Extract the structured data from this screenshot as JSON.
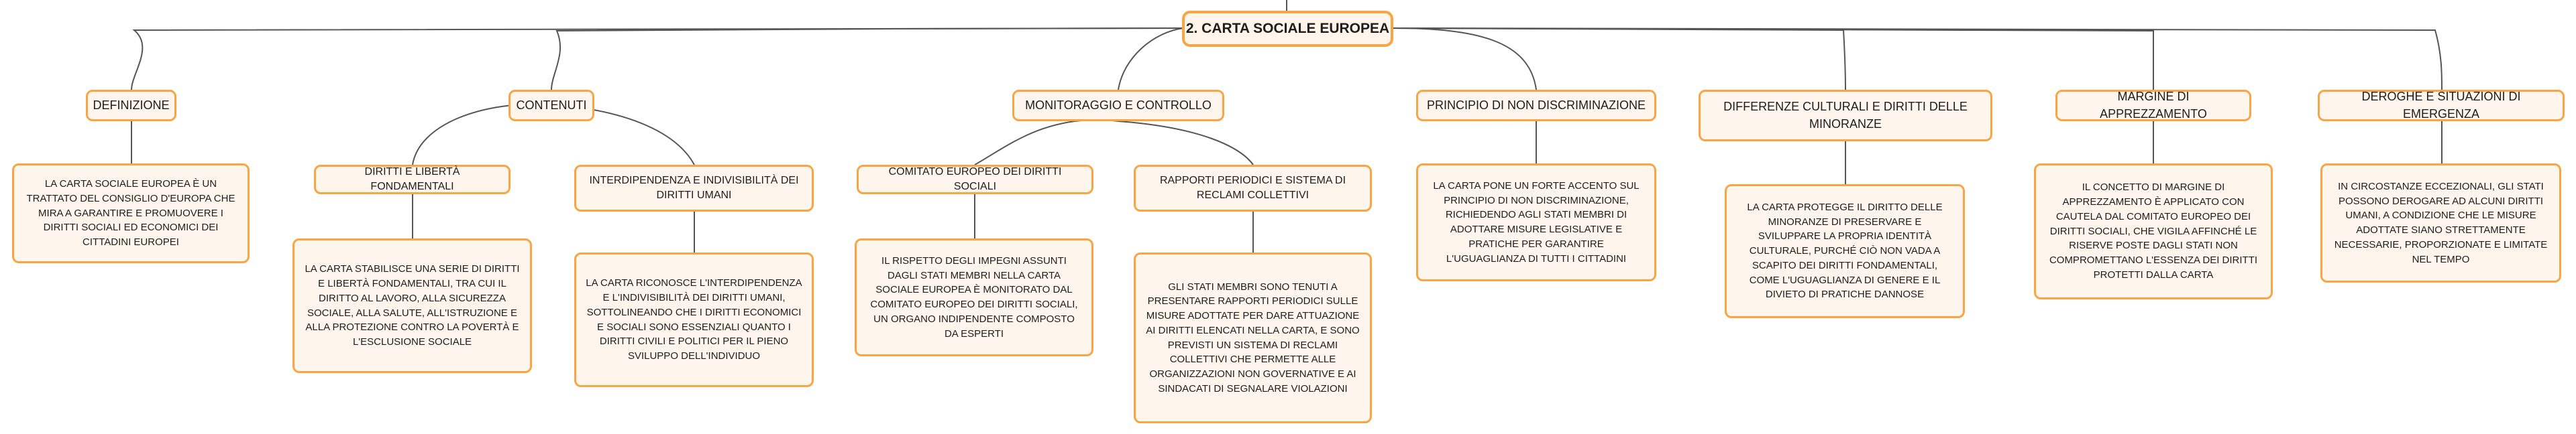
{
  "root": {
    "label": "2. Carta sociale europea"
  },
  "categories": [
    {
      "label": "Definizione"
    },
    {
      "label": "Contenuti"
    },
    {
      "label": "Monitoraggio e controllo"
    },
    {
      "label": "Principio di non discriminazione"
    },
    {
      "label": "Differenze culturali e diritti delle minoranze"
    },
    {
      "label": "Margine di apprezzamento"
    },
    {
      "label": "Deroghe e situazioni di emergenza"
    }
  ],
  "subtopics": [
    {
      "label": "Diritti e libertà fondamentali"
    },
    {
      "label": "Interdipendenza e indivisibilità dei diritti umani"
    },
    {
      "label": "Comitato europeo dei diritti sociali"
    },
    {
      "label": "Rapporti periodici e sistema di reclami collettivi"
    }
  ],
  "details": [
    {
      "text": "La Carta Sociale Europea è un trattato del Consiglio d'Europa che mira a garantire e promuovere i diritti sociali ed economici dei cittadini europei"
    },
    {
      "text": "La carta stabilisce una serie di diritti e libertà fondamentali, tra cui il diritto al lavoro, alla sicurezza sociale, alla salute, all'istruzione e alla protezione contro la povertà e l'esclusione sociale"
    },
    {
      "text": "La carta riconosce l'interdipendenza e l'indivisibilità dei diritti umani, sottolineando che i diritti economici e sociali sono essenziali quanto i diritti civili e politici per il pieno sviluppo dell'individuo"
    },
    {
      "text": "Il rispetto degli impegni assunti dagli Stati membri nella Carta Sociale Europea è monitorato dal Comitato Europeo dei Diritti Sociali, un organo indipendente composto da esperti"
    },
    {
      "text": "Gli Stati membri sono tenuti a presentare rapporti periodici sulle misure adottate per dare attuazione ai diritti elencati nella Carta, e sono previsti un sistema di reclami collettivi che permette alle organizzazioni non governative e ai sindacati di segnalare violazioni"
    },
    {
      "text": "La Carta pone un forte accento sul principio di non discriminazione, richiedendo agli Stati membri di adottare misure legislative e pratiche per garantire l'uguaglianza di tutti i cittadini"
    },
    {
      "text": "La Carta protegge il diritto delle minoranze di preservare e sviluppare la propria identità culturale, purché ciò non vada a scapito dei diritti fondamentali, come l'uguaglianza di genere e il divieto di pratiche dannose"
    },
    {
      "text": "Il concetto di margine di apprezzamento è applicato con cautela dal Comitato Europeo dei Diritti Sociali, che vigila affinché le riserve poste dagli Stati non compromettano l'essenza dei diritti protetti dalla Carta"
    },
    {
      "text": "In circostanze eccezionali, gli Stati possono derogare ad alcuni diritti umani, a condizione che le misure adottate siano strettamente necessarie, proporzionate e limitate nel tempo"
    }
  ],
  "colors": {
    "border": "#f8a545",
    "fill": "#fef5ec",
    "line": "#555555"
  }
}
